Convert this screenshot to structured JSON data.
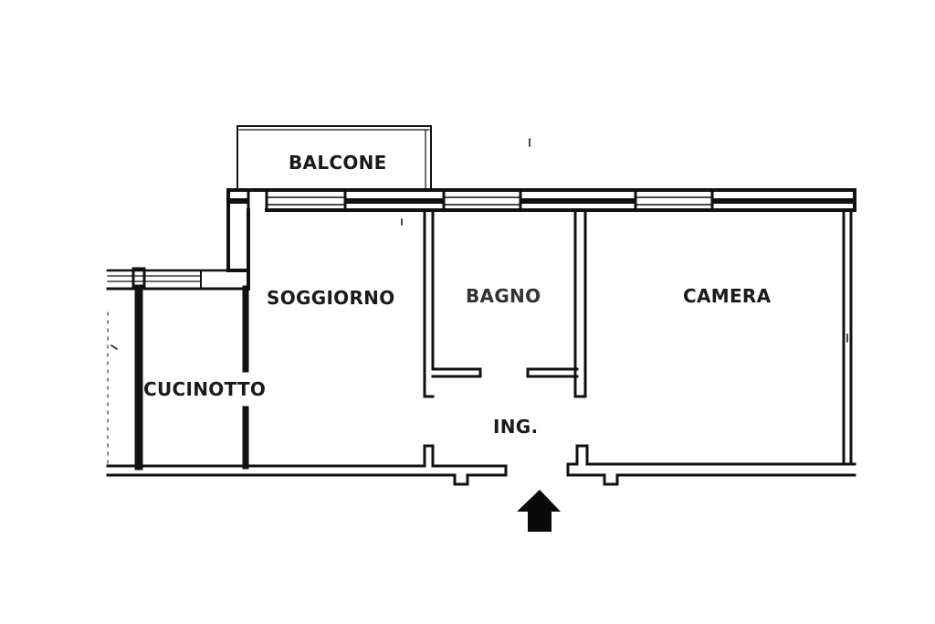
{
  "rooms": {
    "balcone": "BALCONE",
    "soggiorno": "SOGGIORNO",
    "bagno": "BAGNO",
    "camera": "CAMERA",
    "cucinotto": "CUCINOTTO",
    "ingresso": "ING."
  },
  "colors": {
    "wall": "#111111",
    "background": "#ffffff"
  },
  "icons": {
    "entrance": "arrow-up-icon"
  }
}
